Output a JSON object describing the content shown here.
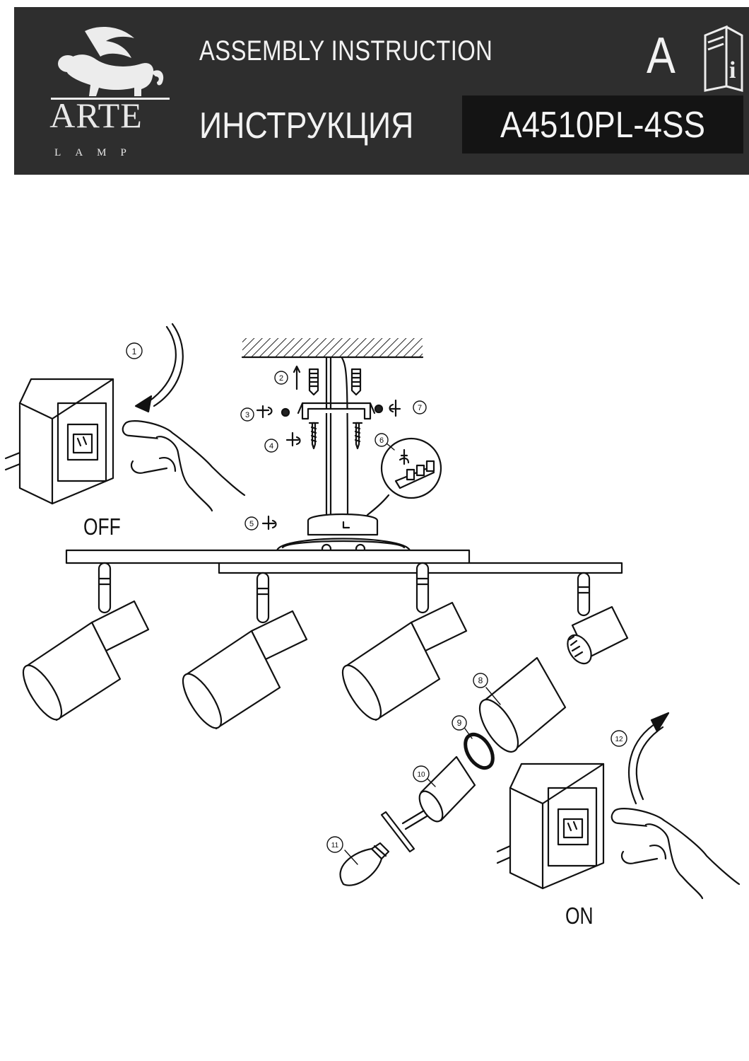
{
  "header": {
    "brand_word": "ARTE",
    "brand_sub": "LAMP",
    "title_en": "ASSEMBLY INSTRUCTION",
    "title_ru": "ИНСТРУКЦИЯ",
    "model_code": "A4510PL-4SS",
    "language_letter": "A",
    "manual_icon_letter": "i",
    "logo_icon": "winged-lion-icon"
  },
  "steps": [
    "1",
    "2",
    "3",
    "4",
    "5",
    "6",
    "7",
    "8",
    "9",
    "10",
    "11",
    "12"
  ],
  "switch_labels": {
    "off": "OFF",
    "on": "ON"
  },
  "colors": {
    "header_bg": "#2e2e2e",
    "model_box_bg": "#141414",
    "line": "#111111"
  }
}
